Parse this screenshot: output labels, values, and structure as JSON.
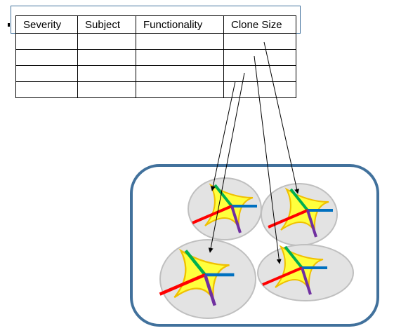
{
  "table": {
    "headers": [
      "Severity",
      "Subject",
      "Functionality",
      "Clone Size"
    ],
    "empty_rows": 4
  },
  "colors": {
    "highlight": "#41719c",
    "container_border": "#41719c",
    "cell_fill": "#e3e3e3",
    "cell_border": "#bfbfbf",
    "body_fill": "#ffff3d",
    "body_outline": "#f0c000",
    "limb_green": "#00b050",
    "limb_blue": "#0070c0",
    "limb_red": "#ff0000",
    "limb_purple": "#7030a0"
  }
}
